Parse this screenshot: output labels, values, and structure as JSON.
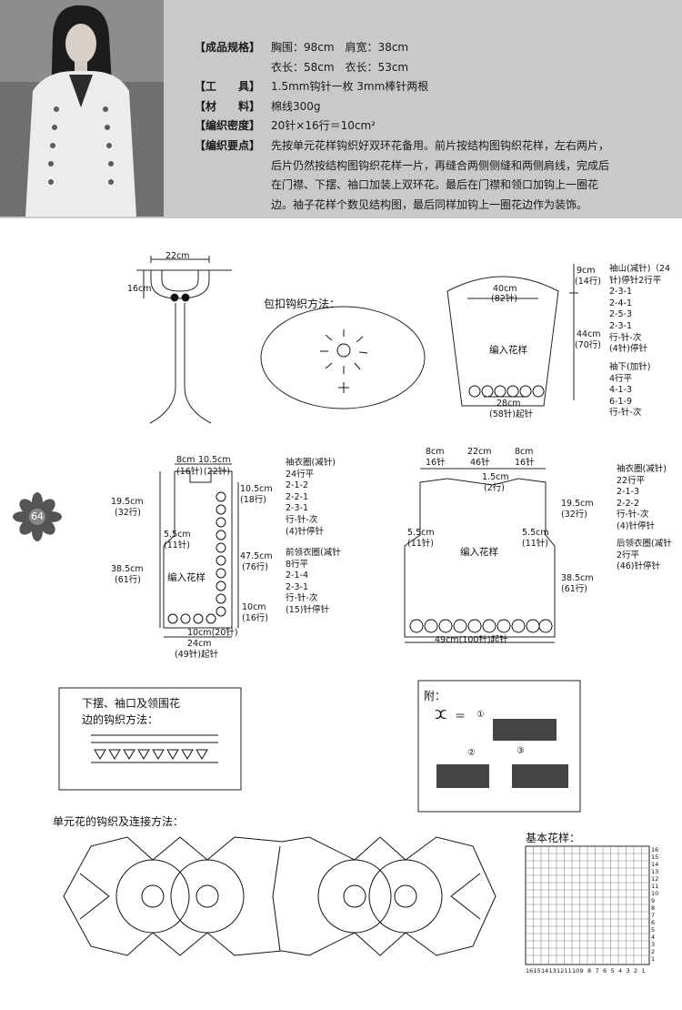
{
  "specs": [
    {
      "key": "【成品规格】",
      "lines": [
        "胸围：98cm　肩宽：38cm",
        "衣长：58cm　衣长：53cm"
      ]
    },
    {
      "key": "【工　　具】",
      "lines": [
        "1.5mm钩针一枚 3mm棒针两根"
      ]
    },
    {
      "key": "【材　　料】",
      "lines": [
        "棉线300g"
      ]
    },
    {
      "key": "【编织密度】",
      "lines": [
        "20针×16行＝10cm²"
      ]
    },
    {
      "key": "【编织要点】",
      "lines": [
        "先按单元花样钩织好双环花备用。前片按结构图钩织花样，左右两片，",
        "后片仍然按结构图钩织花样一片，再缝合两侧侧缝和两侧肩线，完成后",
        "在门襟、下摆、袖口加装上双环花。最后在门襟和领口加钩上一圈花",
        "边。袖子花样个数见结构图，最后同样加钩上一圈花边作为装饰。"
      ]
    }
  ],
  "neck": {
    "w": "22cm",
    "h": "16cm"
  },
  "button": {
    "title": "包扣钩织方法："
  },
  "sleeve": {
    "top_cm": "40cm",
    "top_st": "(82针)",
    "cap_cm": "9cm",
    "cap_rows": "(14行)",
    "len_cm": "44cm",
    "len_rows": "(70行)",
    "bottom_cm": "28cm",
    "bottom_st": "(58针)起针",
    "pattern": "编入花样",
    "cap_notes": [
      "袖山(减针)（24",
      "针)停针2行平",
      "2-3-1",
      "2-4-1",
      "2-5-3",
      "2-3-1",
      "行-针-次",
      "(4针)停针"
    ],
    "under_notes": [
      "袖下(加针)",
      "4行平",
      "4-1-3",
      "6-1-9",
      "行-针-次"
    ]
  },
  "front": {
    "shoulder_cm": "8cm",
    "neck_cm": "10.5cm",
    "shoulder_st": "(16针)",
    "neck_st": "(22针)",
    "upper_cm": "19.5cm",
    "upper_rows": "(32行)",
    "lower_cm": "38.5cm",
    "lower_rows": "(61行)",
    "arm_cm": "5.5cm",
    "arm_st": "(11针)",
    "neckdrop_cm": "10.5cm",
    "neckdrop_rows": "(18行)",
    "band_cm": "47.5cm",
    "band_rows": "(76行)",
    "hem_cm": "10cm",
    "hem_rows": "(16行)",
    "bottom_band": "10cm(20针)",
    "bottom_cm": "24cm",
    "bottom_st": "(49针)起针",
    "pattern": "编入花样",
    "arm_notes": [
      "袖衣圈(减针)",
      "24行平",
      "2-1-2",
      "2-2-1",
      "2-3-1",
      "行-针-次",
      "(4)针停针"
    ],
    "neck_notes": [
      "前领衣圈(减针",
      "8行平",
      "2-1-4",
      "2-3-1",
      "行-针-次",
      "(15)针停针"
    ]
  },
  "back": {
    "shoulder_cm": "8cm",
    "neck_cm": "22cm",
    "shoulder2_cm": "8cm",
    "shoulder_st": "16针",
    "neck_st": "46针",
    "shoulder2_st": "16针",
    "drop_cm": "1.5cm",
    "drop_rows": "(2行)",
    "upper_cm": "19.5cm",
    "upper_rows": "(32行)",
    "lower_cm": "38.5cm",
    "lower_rows": "(61行)",
    "arm_cm": "5.5cm",
    "arm_st": "(11针)",
    "arm2_cm": "5.5cm",
    "arm2_st": "(11针)",
    "pattern": "编入花样",
    "bottom": "49cm(100针)起针",
    "arm_notes": [
      "袖衣圈(减针)",
      "22行平",
      "2-1-3",
      "2-2-2",
      "行-针-次",
      "(4)针停针"
    ],
    "neck_notes": [
      "后领衣圈(减针",
      "2行平",
      "(46)针停针"
    ]
  },
  "edging": {
    "line1": "下摆、袖口及领围花",
    "line2": "边的钩织方法："
  },
  "appendix": {
    "title": "附：",
    "symbol": "ⵋ",
    "eq": "＝",
    "s1": "①",
    "s2": "②",
    "s3": "③"
  },
  "flower": {
    "title": "单元花的钩织及连接方法："
  },
  "chart": {
    "title": "基本花样：",
    "rows": [
      "16",
      "15",
      "14",
      "13",
      "12",
      "11",
      "10",
      "9",
      "8",
      "7",
      "6",
      "5",
      "4",
      "3",
      "2",
      "1"
    ],
    "cols": [
      "16",
      "15",
      "14",
      "13",
      "12",
      "11",
      "10",
      "9",
      "8",
      "7",
      "6",
      "5",
      "4",
      "3",
      "2",
      "1"
    ]
  },
  "page_no": "64",
  "colors": {
    "band": "#c9c9c9",
    "ink": "#1a1a1a",
    "badge": "#555555"
  }
}
